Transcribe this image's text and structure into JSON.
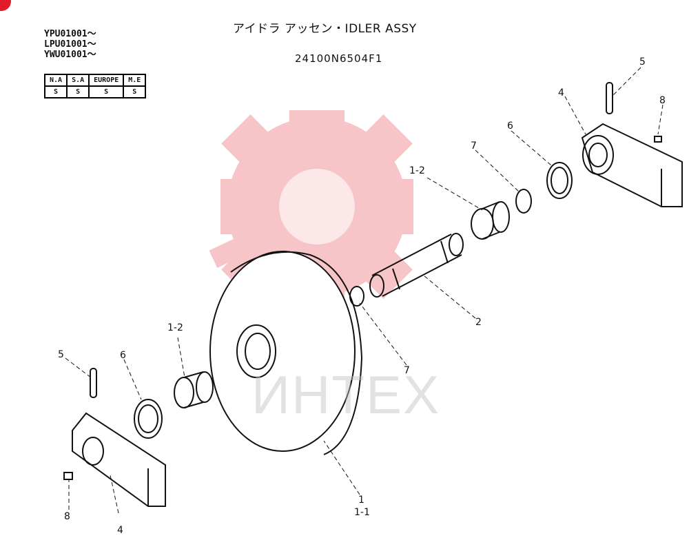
{
  "header": {
    "title": "アイドラ アッセン・IDLER ASSY",
    "part_number": "24100N6504F1"
  },
  "serials": [
    "YPU01001～",
    "LPU01001～",
    "YWU01001～"
  ],
  "regions": {
    "headers": [
      "N.A",
      "S.A",
      "EUROPE",
      "M.E"
    ],
    "values": [
      "S",
      "S",
      "S",
      "S"
    ]
  },
  "callouts": {
    "c5_right": "5",
    "c4_right": "4",
    "c8_right": "8",
    "c6_right": "6",
    "c7_top": "7",
    "c12_top": "1-2",
    "c2": "2",
    "c7_mid": "7",
    "c12_left": "1-2",
    "c6_left": "6",
    "c5_left": "5",
    "c8_left": "8",
    "c4_left": "4",
    "c11_a": "1",
    "c11_b": "1-1"
  },
  "watermark": {
    "text": "ИНТЕХ",
    "color": "#e21b2a"
  }
}
